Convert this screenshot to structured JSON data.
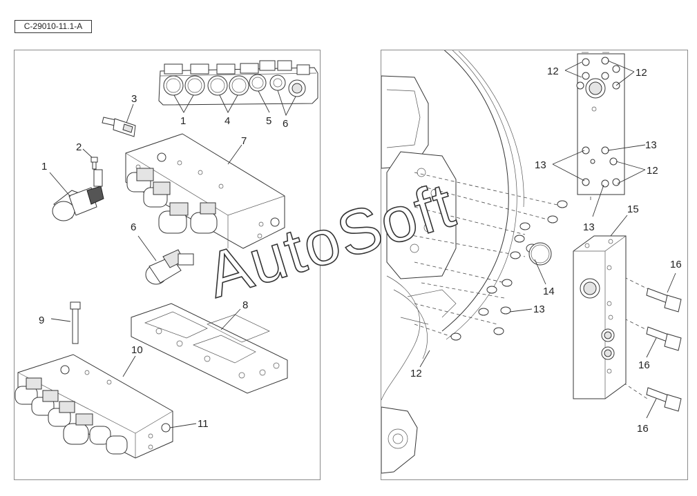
{
  "document": {
    "reference_code": "C-29010-11.1-A",
    "watermark": "AutoSoft"
  },
  "left_panel": {
    "callouts": [
      "1",
      "1",
      "2",
      "3",
      "4",
      "5",
      "6",
      "6",
      "7",
      "8",
      "9",
      "10",
      "11"
    ]
  },
  "right_panel": {
    "callouts": [
      "12",
      "12",
      "12",
      "12",
      "13",
      "13",
      "13",
      "13",
      "14",
      "15",
      "16",
      "16",
      "16"
    ]
  }
}
